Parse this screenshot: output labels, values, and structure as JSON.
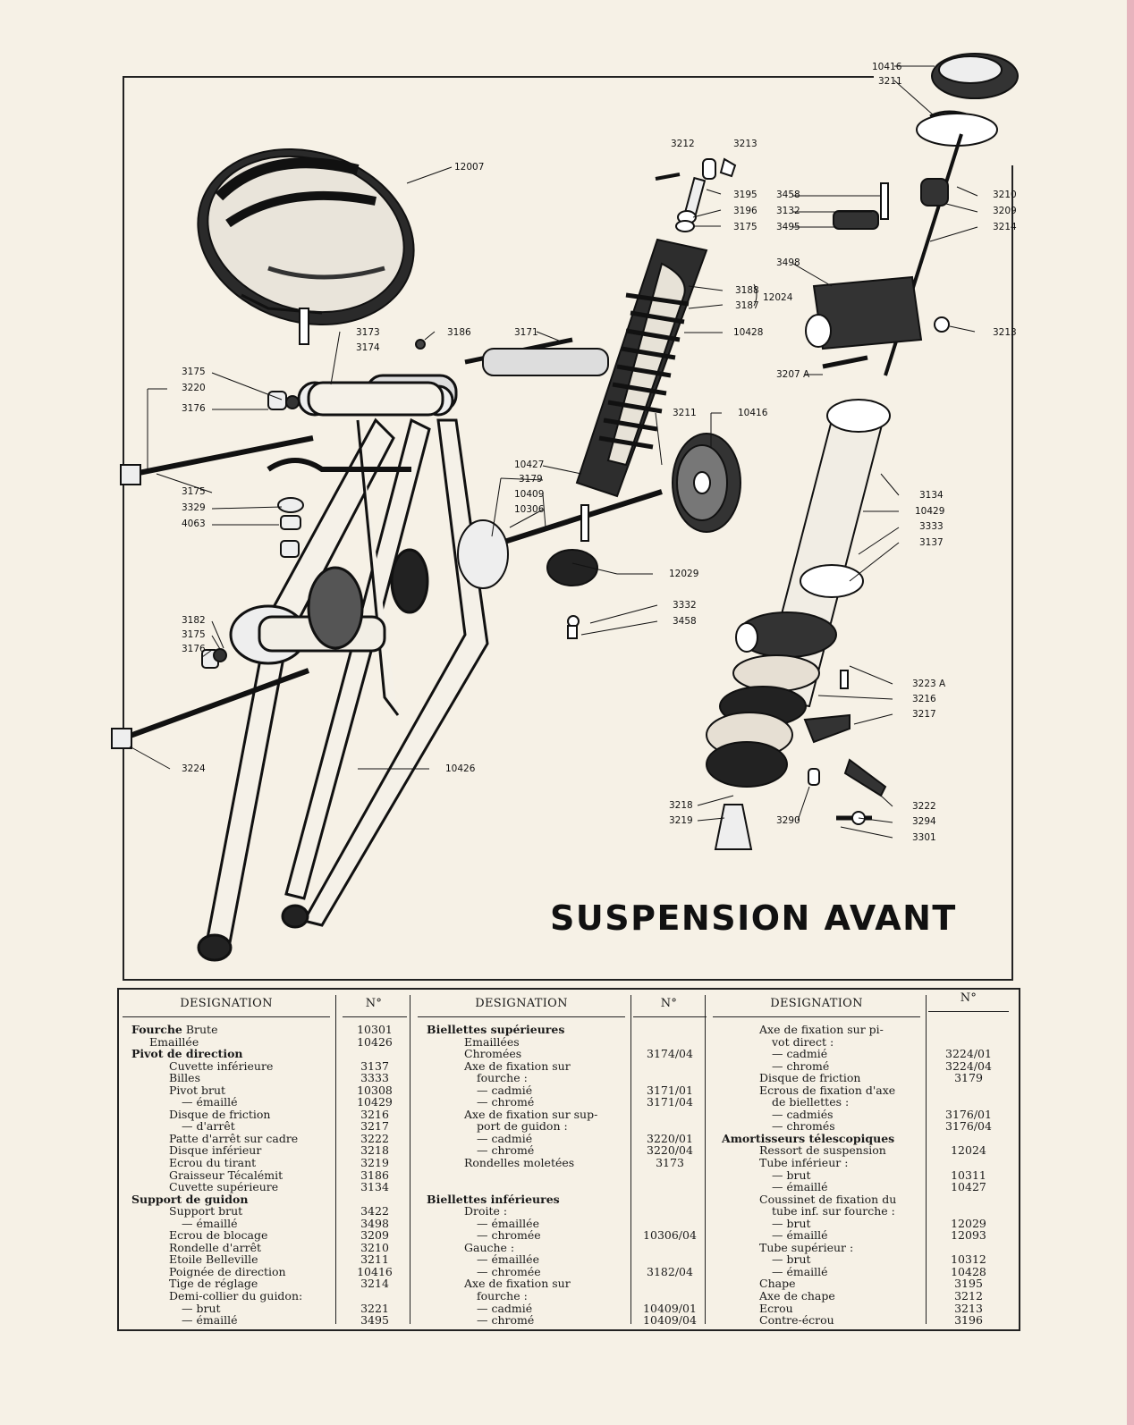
{
  "title": "SUSPENSION AVANT",
  "callouts": {
    "c10416a": "10416",
    "c3211a": "3211",
    "c12007": "12007",
    "c3212": "3212",
    "c3213a": "3213",
    "c3195": "3195",
    "c3196": "3196",
    "c3175a": "3175",
    "c3458a": "3458",
    "c3132": "3132",
    "c3495": "3495",
    "c3210": "3210",
    "c3209": "3209",
    "c3214": "3214",
    "c3498": "3498",
    "c3188": "3188",
    "c3187": "3187",
    "c12024": "12024",
    "c10428": "10428",
    "c3213b": "3213",
    "c3173": "3173",
    "c3174": "3174",
    "c3186": "3186",
    "c3171": "3171",
    "c3207a": "3207 A",
    "c3175b": "3175",
    "c3220": "3220",
    "c3176a": "3176",
    "c3211b": "3211",
    "c10416b": "10416",
    "c3175c": "3175",
    "c3329": "3329",
    "c4063": "4063",
    "c10427": "10427",
    "c3179": "3179",
    "c10409": "10409",
    "c10306": "10306",
    "c3134": "3134",
    "c10429": "10429",
    "c3333": "3333",
    "c3137": "3137",
    "c12029": "12029",
    "c3182": "3182",
    "c3175d": "3175",
    "c3176b": "3176",
    "c3332": "3332",
    "c3458b": "3458",
    "c3223a": "3223 A",
    "c3216": "3216",
    "c3217": "3217",
    "c3224": "3224",
    "c10426": "10426",
    "c3218": "3218",
    "c3219": "3219",
    "c3290": "3290",
    "c3222": "3222",
    "c3294": "3294",
    "c3301": "3301"
  },
  "table": {
    "header_designation": "DESIGNATION",
    "header_no": "N°",
    "col1": [
      {
        "label": "Fourche",
        "suffix": " Brute",
        "bold": true,
        "no": "10301",
        "indent": 0
      },
      {
        "label": "Emaillée",
        "no": "10426",
        "indent": 2
      },
      {
        "label": "Pivot de direction",
        "bold": true,
        "no": "",
        "indent": 0
      },
      {
        "label": "Cuvette inférieure",
        "no": "3137",
        "indent": 3
      },
      {
        "label": "Billes",
        "no": "3333",
        "indent": 3
      },
      {
        "label": "Pivot brut",
        "no": "10308",
        "indent": 3
      },
      {
        "label": "— émaillé",
        "no": "10429",
        "indent": 4
      },
      {
        "label": "Disque de friction",
        "no": "3216",
        "indent": 3
      },
      {
        "label": "— d'arrêt",
        "no": "3217",
        "indent": 4
      },
      {
        "label": "Patte d'arrêt sur cadre",
        "no": "3222",
        "indent": 3
      },
      {
        "label": "Disque inférieur",
        "no": "3218",
        "indent": 3
      },
      {
        "label": "Ecrou du tirant",
        "no": "3219",
        "indent": 3
      },
      {
        "label": "Graisseur Técalémit",
        "no": "3186",
        "indent": 3
      },
      {
        "label": "Cuvette supérieure",
        "no": "3134",
        "indent": 3
      },
      {
        "label": "Support de guidon",
        "bold": true,
        "no": "",
        "indent": 0
      },
      {
        "label": "Support brut",
        "no": "3422",
        "indent": 3
      },
      {
        "label": "— émaillé",
        "no": "3498",
        "indent": 4
      },
      {
        "label": "Ecrou de blocage",
        "no": "3209",
        "indent": 3
      },
      {
        "label": "Rondelle d'arrêt",
        "no": "3210",
        "indent": 3
      },
      {
        "label": "Etoile Belleville",
        "no": "3211",
        "indent": 3
      },
      {
        "label": "Poignée de direction",
        "no": "10416",
        "indent": 3
      },
      {
        "label": "Tige de réglage",
        "no": "3214",
        "indent": 3
      },
      {
        "label": "Demi-collier du guidon:",
        "no": "",
        "indent": 3
      },
      {
        "label": "— brut",
        "no": "3221",
        "indent": 4
      },
      {
        "label": "— émaillé",
        "no": "3495",
        "indent": 4
      }
    ],
    "col2": [
      {
        "label": "Biellettes supérieures",
        "bold": true,
        "no": "",
        "indent": 0
      },
      {
        "label": "Emaillées",
        "no": "",
        "indent": 3
      },
      {
        "label": "Chromées",
        "no": "3174/04",
        "indent": 3
      },
      {
        "label": "Axe de fixation sur",
        "no": "",
        "indent": 3
      },
      {
        "label": "fourche :",
        "no": "",
        "indent": 4
      },
      {
        "label": "— cadmié",
        "no": "3171/01",
        "indent": 4
      },
      {
        "label": "— chromé",
        "no": "3171/04",
        "indent": 4
      },
      {
        "label": "Axe de fixation sur sup-",
        "no": "",
        "indent": 3
      },
      {
        "label": "port de guidon :",
        "no": "",
        "indent": 4
      },
      {
        "label": "— cadmié",
        "no": "3220/01",
        "indent": 4
      },
      {
        "label": "— chromé",
        "no": "3220/04",
        "indent": 4
      },
      {
        "label": "Rondelles moletées",
        "no": "3173",
        "indent": 3
      },
      {
        "label": "",
        "no": "",
        "indent": 0
      },
      {
        "label": "",
        "no": "",
        "indent": 0
      },
      {
        "label": "Biellettes inférieures",
        "bold": true,
        "no": "",
        "indent": 0
      },
      {
        "label": "Droite :",
        "no": "",
        "indent": 3
      },
      {
        "label": "— émaillée",
        "no": "",
        "indent": 4
      },
      {
        "label": "— chromée",
        "no": "10306/04",
        "indent": 4
      },
      {
        "label": "Gauche :",
        "no": "",
        "indent": 3
      },
      {
        "label": "— émaillée",
        "no": "",
        "indent": 4
      },
      {
        "label": "— chromée",
        "no": "3182/04",
        "indent": 4
      },
      {
        "label": "Axe de fixation sur",
        "no": "",
        "indent": 3
      },
      {
        "label": "fourche :",
        "no": "",
        "indent": 4
      },
      {
        "label": "— cadmié",
        "no": "10409/01",
        "indent": 4
      },
      {
        "label": "— chromé",
        "no": "10409/04",
        "indent": 4
      }
    ],
    "col3": [
      {
        "label": "Axe de fixation sur pi-",
        "no": "",
        "indent": 3
      },
      {
        "label": "vot direct :",
        "no": "",
        "indent": 4
      },
      {
        "label": "— cadmié",
        "no": "3224/01",
        "indent": 4
      },
      {
        "label": "— chromé",
        "no": "3224/04",
        "indent": 4
      },
      {
        "label": "Disque de friction",
        "no": "3179",
        "indent": 3
      },
      {
        "label": "Ecrous de fixation d'axe",
        "no": "",
        "indent": 3
      },
      {
        "label": "de biellettes :",
        "no": "",
        "indent": 4
      },
      {
        "label": "— cadmiés",
        "no": "3176/01",
        "indent": 4
      },
      {
        "label": "— chromés",
        "no": "3176/04",
        "indent": 4
      },
      {
        "label": "Amortisseurs télescopiques",
        "bold": true,
        "no": "",
        "indent": 0
      },
      {
        "label": "Ressort de suspension",
        "no": "12024",
        "indent": 3
      },
      {
        "label": "Tube inférieur :",
        "no": "",
        "indent": 3
      },
      {
        "label": "— brut",
        "no": "10311",
        "indent": 4
      },
      {
        "label": "— émaillé",
        "no": "10427",
        "indent": 4
      },
      {
        "label": "Coussinet de fixation du",
        "no": "",
        "indent": 3
      },
      {
        "label": "tube inf. sur fourche :",
        "no": "",
        "indent": 4
      },
      {
        "label": "— brut",
        "no": "12029",
        "indent": 4
      },
      {
        "label": "— émaillé",
        "no": "12093",
        "indent": 4
      },
      {
        "label": "Tube supérieur :",
        "no": "",
        "indent": 3
      },
      {
        "label": "— brut",
        "no": "10312",
        "indent": 4
      },
      {
        "label": "— émaillé",
        "no": "10428",
        "indent": 4
      },
      {
        "label": "Chape",
        "no": "3195",
        "indent": 3
      },
      {
        "label": "Axe de chape",
        "no": "3212",
        "indent": 3
      },
      {
        "label": "Ecrou",
        "no": "3213",
        "indent": 3
      },
      {
        "label": "Contre-écrou",
        "no": "3196",
        "indent": 3
      }
    ]
  }
}
